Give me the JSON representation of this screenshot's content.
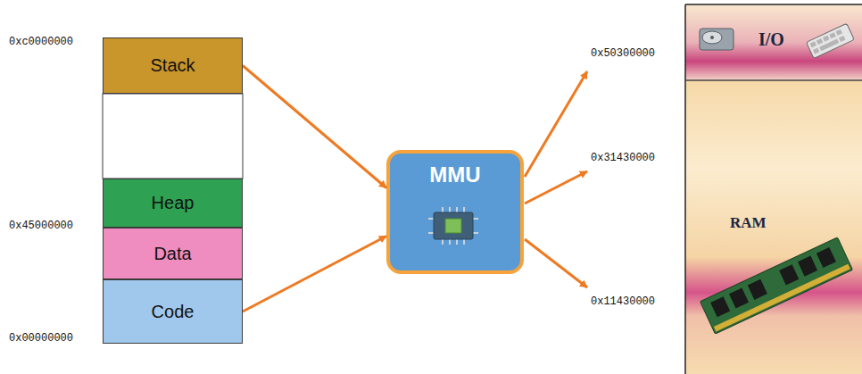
{
  "diagram": {
    "nodes": [
      {
        "text": [
          "Stack"
        ]
      },
      {
        "text": [
          "Heap"
        ]
      },
      {
        "text": [
          "Data"
        ]
      },
      {
        "text": [
          "Code"
        ]
      },
      {
        "text": [
          "MMU"
        ]
      },
      {
        "text": [
          "I/O"
        ]
      },
      {
        "text": [
          "RAM"
        ]
      }
    ],
    "edges": [
      {
        "from": 0,
        "to": 4,
        "arrow": "to"
      },
      {
        "from": 3,
        "to": 4,
        "arrow": "to"
      }
    ],
    "labels": [
      "0xc0000000",
      "0x45000000",
      "0x00000000",
      "0x50300000",
      "0x31430000",
      "0x11430000"
    ]
  }
}
